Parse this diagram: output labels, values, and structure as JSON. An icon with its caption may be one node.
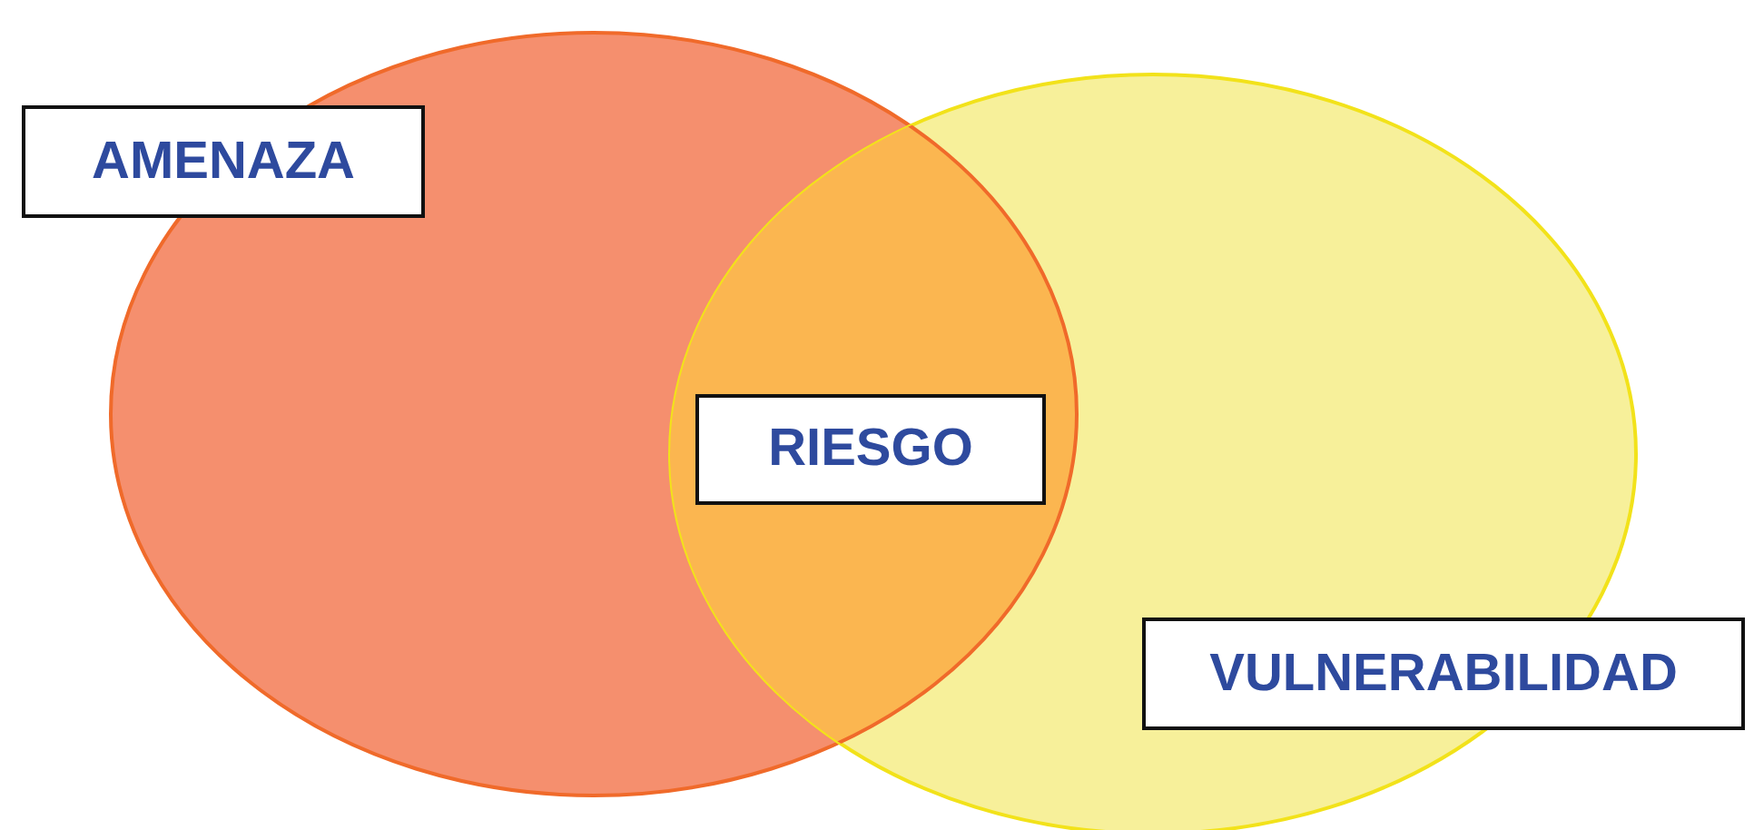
{
  "diagram": {
    "nodes": [
      {
        "text": [
          "AMENAZA"
        ]
      },
      {
        "text": [
          "RIESGO"
        ]
      },
      {
        "text": [
          "VULNERABILIDAD"
        ]
      }
    ]
  }
}
